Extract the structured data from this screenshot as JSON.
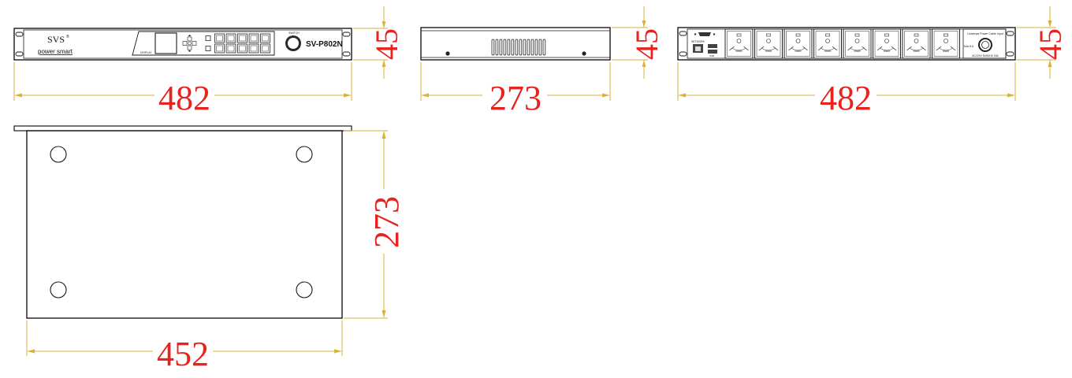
{
  "front_panel": {
    "brand": "SVS",
    "trademark": "®",
    "slogan": "power smart",
    "model": "SV-P802N",
    "display_label": "DISPLAY",
    "switch_label": "SWITCH",
    "width_dim": "482",
    "height_dim": "45"
  },
  "side_view": {
    "width_dim": "273",
    "height_dim": "45"
  },
  "rear_panel": {
    "network_label": "NETWORK",
    "usb_label": "USB",
    "input_title": "Universal Power Cable Input",
    "fuse_label": "Max 8.5",
    "rating_label": "AC220V 50/60HZ 16A",
    "width_dim": "482",
    "height_dim": "45"
  },
  "top_view": {
    "width_dim": "452",
    "depth_dim": "273"
  },
  "colors": {
    "dimension_text": "#e8231e",
    "dimension_line": "#d9b23a",
    "outline": "#1a1a1a"
  }
}
